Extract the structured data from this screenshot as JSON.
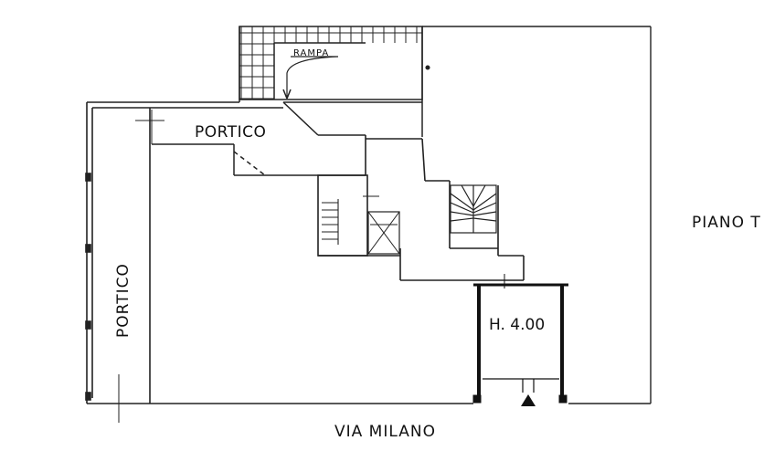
{
  "labels": {
    "portico_top": "PORTICO",
    "portico_left": "PORTICO",
    "rampa": "RAMPA",
    "height_room": "H. 4.00",
    "street": "VIA MILANO",
    "piano": "PIANO T"
  }
}
